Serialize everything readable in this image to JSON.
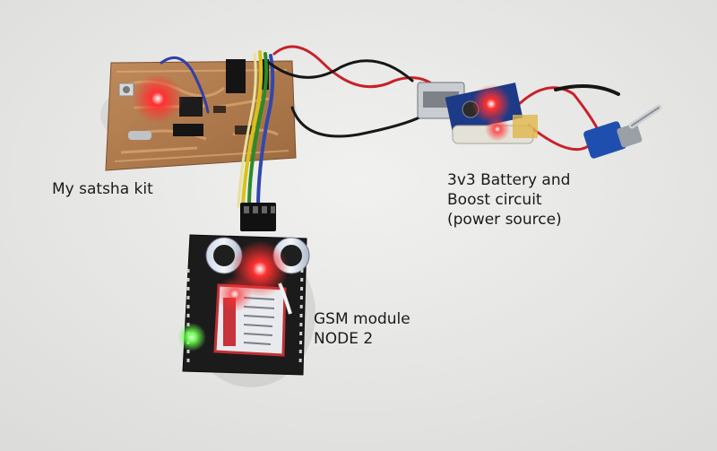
{
  "labels": {
    "satsha_kit": "My satsha kit",
    "battery_line1": "3v3 Battery and",
    "battery_line2": "Boost circuit",
    "battery_line3": "(power source)",
    "gsm_line1": "GSM module",
    "gsm_line2": "NODE 2"
  },
  "colors": {
    "background": "#e9e9e7",
    "pcb_copper": "#b07a4e",
    "gsm_board": "#1b1b1b",
    "wire_red": "#c8202a",
    "wire_black": "#1a1a1a",
    "led_red": "#ff2a2a",
    "led_green": "#7dff6a"
  }
}
